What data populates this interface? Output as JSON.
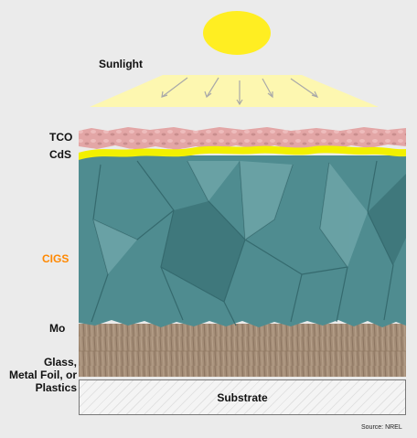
{
  "sunlight": {
    "label": "Sunlight"
  },
  "layers": {
    "tco": {
      "label": "TCO",
      "color": "#e3a6a6"
    },
    "cds": {
      "label": "CdS",
      "color": "#f2f000"
    },
    "cigs": {
      "label": "CIGS",
      "color": "#4f8c90",
      "label_color": "#ff8800"
    },
    "mo": {
      "label": "Mo",
      "color": "#a48d77"
    },
    "substrate": {
      "side_label_line1": "Glass,",
      "side_label_line2": "Metal Foil, or",
      "side_label_line3": "Plastics",
      "box_label": "Substrate"
    }
  },
  "source": {
    "label": "Source: NREL"
  },
  "colors": {
    "sun": "#ffee22",
    "light_beam": "#fdf7b0",
    "background": "#ebebeb"
  }
}
